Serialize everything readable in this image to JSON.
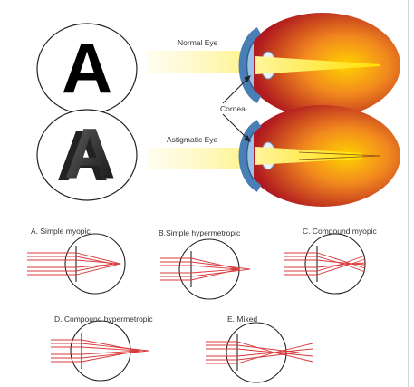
{
  "diagram": {
    "top": {
      "normal_label": "Normal Eye",
      "astig_label": "Astigmatic Eye",
      "cornea_label": "Cornea",
      "letter": "A"
    },
    "types": [
      {
        "id": "a",
        "label": "A. Simple myopic"
      },
      {
        "id": "b",
        "label": "B.Simple hypermetropic"
      },
      {
        "id": "c",
        "label": "C. Compound myopic"
      },
      {
        "id": "d",
        "label": "D. Compound hypermetropic"
      },
      {
        "id": "e",
        "label": "E. Mixed"
      }
    ]
  },
  "colors": {
    "eye_outer": "#ffcc00",
    "eye_inner": "#c1272d",
    "cornea": "#4a7fb5",
    "beam": "#fff5a0",
    "ray": "#d9383a"
  }
}
